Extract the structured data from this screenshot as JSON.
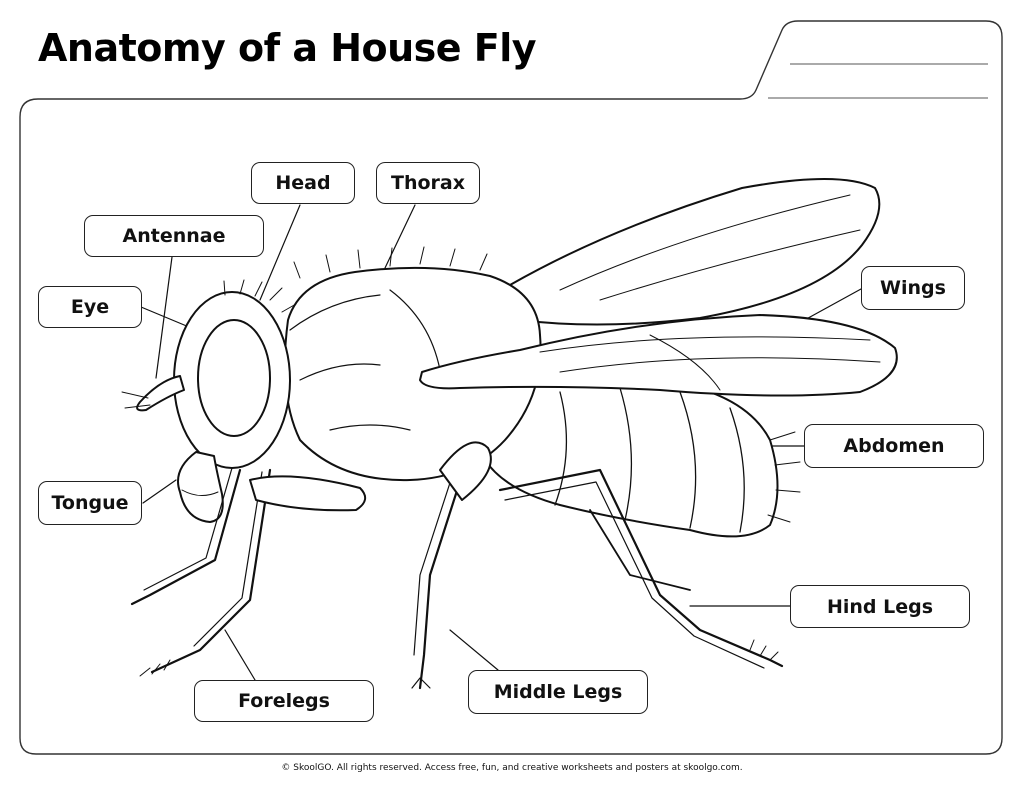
{
  "title": "Anatomy of a House Fly",
  "labels": {
    "head": "Head",
    "thorax": "Thorax",
    "antennae": "Antennae",
    "eye": "Eye",
    "wings": "Wings",
    "abdomen": "Abdomen",
    "tongue": "Tongue",
    "hind_legs": "Hind Legs",
    "forelegs": "Forelegs",
    "middle_legs": "Middle Legs"
  },
  "footer": "© SkoolGO. All rights reserved. Access free, fun, and creative worksheets and posters at skoolgo.com."
}
